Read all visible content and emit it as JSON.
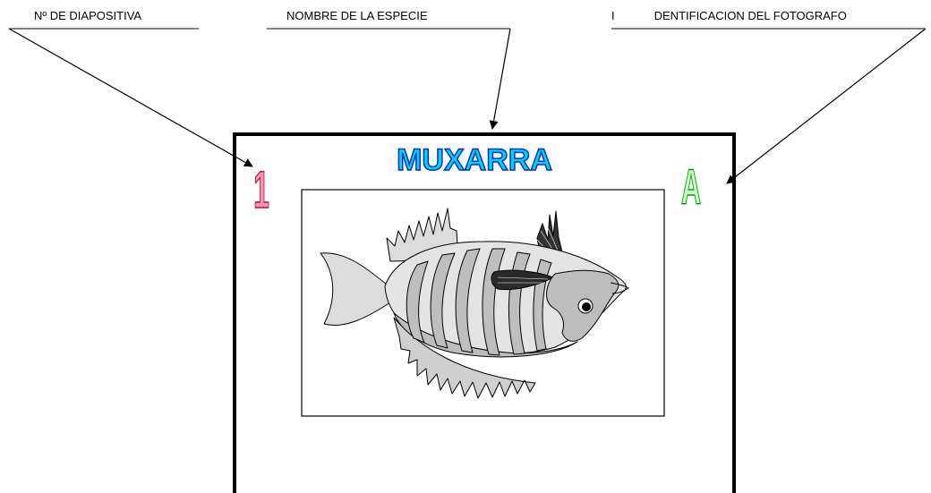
{
  "labels": {
    "slide_number": "Nº DE DIAPOSITIVA",
    "species_name": "NOMBRE DE LA ESPECIE",
    "photographer_id_prefix": "I",
    "photographer_id_rest": "DENTIFICACION DEL FOTOGRAFO"
  },
  "slide": {
    "number": "1",
    "species": "MUXARRA",
    "photographer_code": "A"
  },
  "colors": {
    "number_fill": "#FF9AAE",
    "number_stroke": "#D0003C",
    "species_fill": "#00D4FF",
    "species_stroke": "#0030C0",
    "code_fill": "#CCFFCC",
    "code_stroke": "#00A000"
  },
  "icons": [
    "fish-illustration"
  ]
}
